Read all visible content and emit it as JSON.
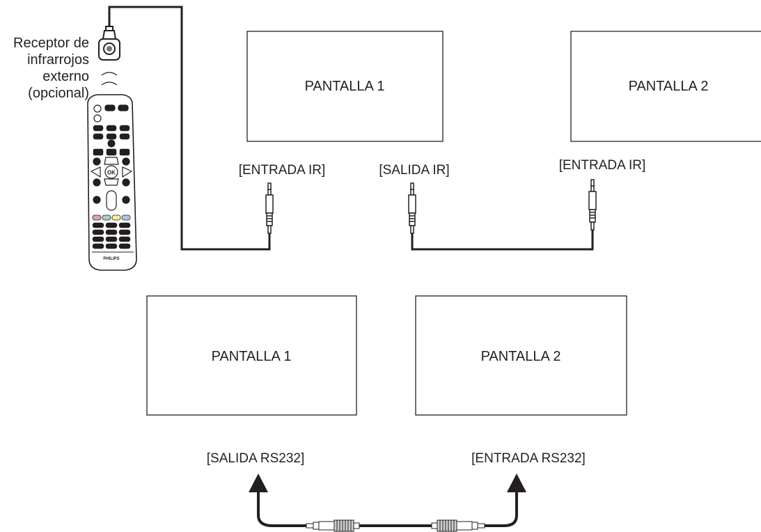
{
  "receiver": {
    "label_lines": [
      "Receptor de",
      "infrarrojos",
      "externo",
      "(opcional)"
    ]
  },
  "remote": {
    "brand": "PHILIPS",
    "ok_label": "OK"
  },
  "top_row": {
    "display_1": "PANTALLA 1",
    "display_2": "PANTALLA 2",
    "port_ir_in_1": "[ENTRADA IR]",
    "port_ir_out": "[SALIDA IR]",
    "port_ir_in_2": "[ENTRADA IR]"
  },
  "bottom_row": {
    "display_1": "PANTALLA 1",
    "display_2": "PANTALLA 2",
    "port_rs232_out": "[SALIDA RS232]",
    "port_rs232_in": "[ENTRADA RS232]"
  },
  "colors": {
    "line": "#231f20",
    "background": "#ffffff",
    "key_red": "#d9a3b5",
    "key_green": "#9fd5b3",
    "key_yellow": "#f4ee9a",
    "key_blue": "#a9c6e8"
  }
}
